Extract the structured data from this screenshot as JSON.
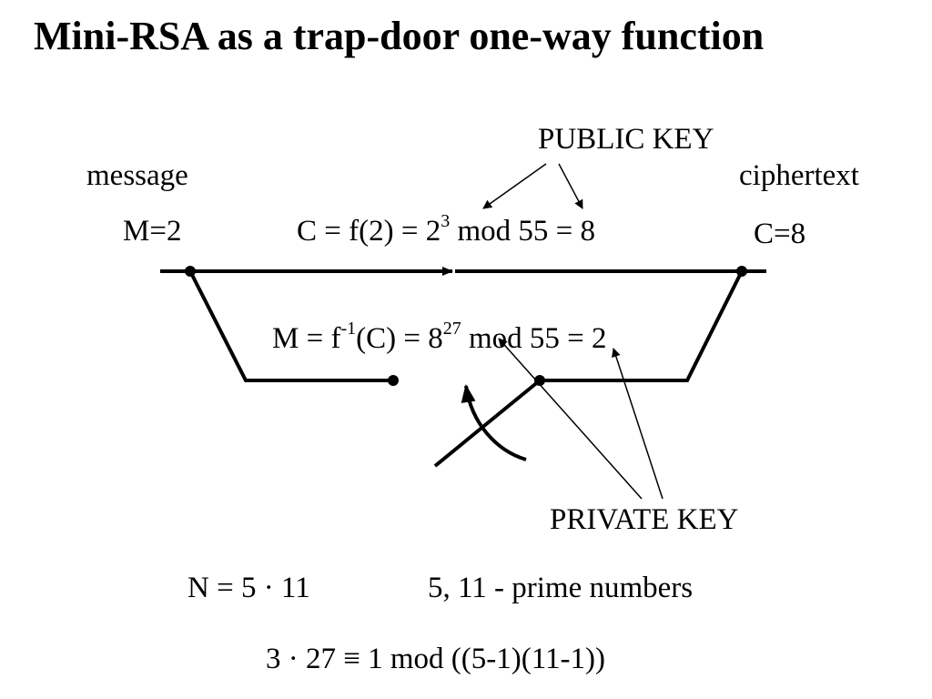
{
  "slide": {
    "title": "Mini-RSA as a trap-door one-way function"
  },
  "labels": {
    "public_key": "PUBLIC KEY",
    "private_key": "PRIVATE  KEY",
    "message": "message",
    "ciphertext": "ciphertext",
    "m_value": "M=2",
    "c_value": "C=8"
  },
  "encryption": {
    "lhs": "C = f(2) = 2",
    "exponent": "3",
    "rhs": " mod 55 = 8"
  },
  "decryption": {
    "lhs_a": "M = f",
    "inv_exp": "-1",
    "lhs_b": "(C) = 8",
    "exponent": "27",
    "rhs": " mod 55 = 2"
  },
  "footer": {
    "n_eq": "N = 5 · 11",
    "primes": "5, 11 -  prime numbers",
    "congruence": "3 · 27  ≡ 1  mod ((5-1)(11-1))"
  }
}
